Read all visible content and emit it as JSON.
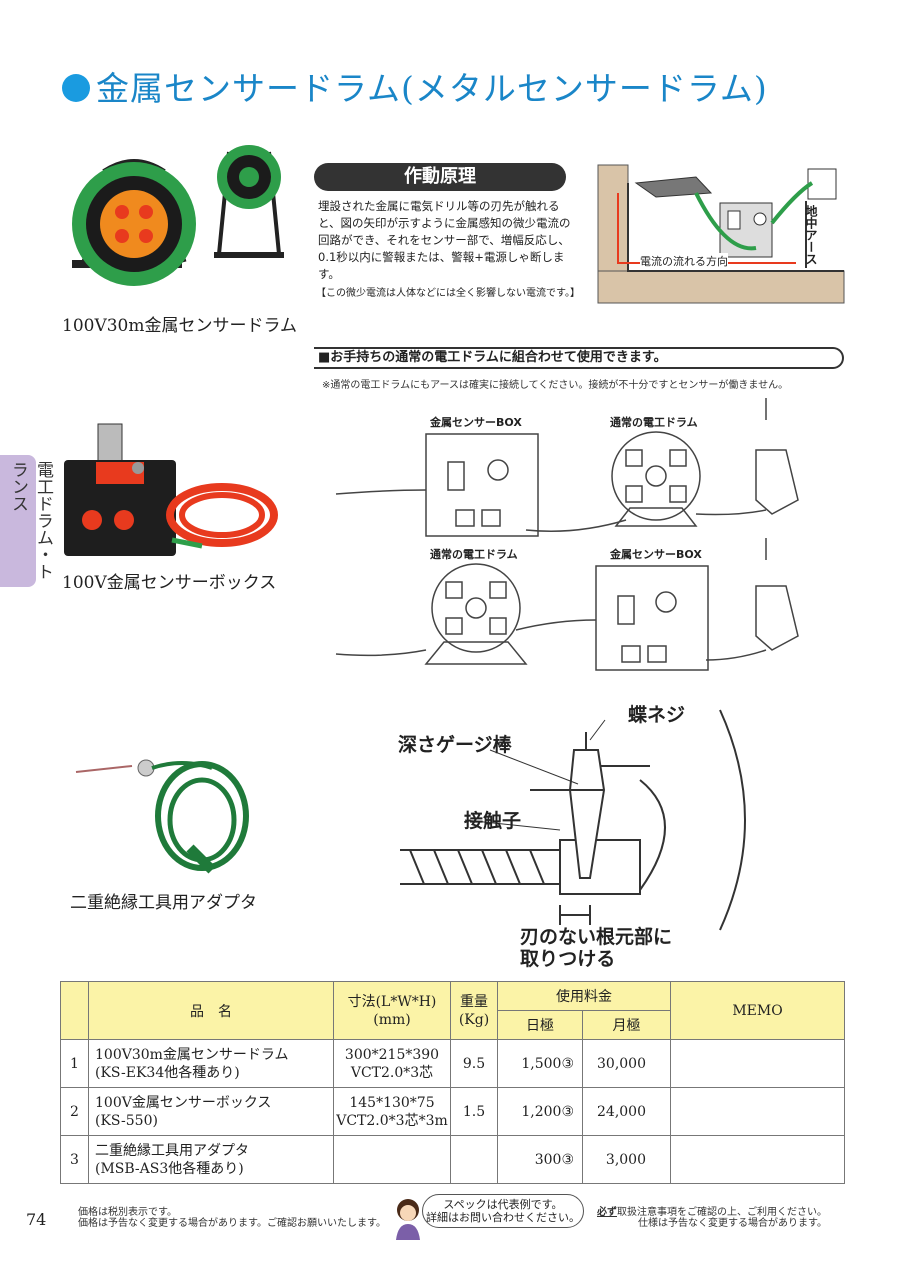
{
  "title": "金属センサードラム(メタルセンサードラム)",
  "side_tab": "電工ドラム・トランス",
  "products": {
    "drum": "100V30m金属センサードラム",
    "box": "100V金属センサーボックス",
    "adapter": "二重絶縁工具用アダプタ"
  },
  "principle": {
    "heading": "作動原理",
    "body": "埋設された金属に電気ドリル等の刃先が触れると、図の矢印が示すように金属感知の微少電流の回路ができ、それをセンサー部で、増幅反応し、0.1秒以内に警報または、警報+電源しゃ断します。",
    "note": "【この微少電流は人体などには全く影響しない電流です。】",
    "current_label": "電流の流れる方向",
    "ground_label": "地中アース"
  },
  "combo": {
    "bar": "■お手持ちの通常の電工ドラムに組合わせて使用できます。",
    "note": "※通常の電工ドラムにもアースは確実に接続してください。接続が不十分ですとセンサーが働きません。",
    "label_box_1": "金属センサーBOX",
    "label_drum_1": "通常の電工ドラム",
    "label_drum_2": "通常の電工ドラム",
    "label_box_2": "金属センサーBOX"
  },
  "adapter_diagram": {
    "screw": "蝶ネジ",
    "gauge": "深さゲージ棒",
    "contact": "接触子",
    "mount_line1": "刃のない根元部に",
    "mount_line2": "取りつける"
  },
  "table": {
    "headers": {
      "name": "品　名",
      "dims": "寸法(L*W*H)",
      "dims_unit": "(mm)",
      "weight": "重量",
      "weight_unit": "(Kg)",
      "fee": "使用料金",
      "daily": "日極",
      "monthly": "月極",
      "memo": "MEMO"
    },
    "rows": [
      {
        "no": "1",
        "name1": "100V30m金属センサードラム",
        "name2": "(KS-EK34他各種あり)",
        "dim1": "300*215*390",
        "dim2": "VCT2.0*3芯",
        "weight": "9.5",
        "daily": "1,500③",
        "monthly": "30,000",
        "memo": ""
      },
      {
        "no": "2",
        "name1": "100V金属センサーボックス",
        "name2": "(KS-550)",
        "dim1": "145*130*75",
        "dim2": "VCT2.0*3芯*3m",
        "weight": "1.5",
        "daily": "1,200③",
        "monthly": "24,000",
        "memo": ""
      },
      {
        "no": "3",
        "name1": "二重絶縁工具用アダプタ",
        "name2": "(MSB-AS3他各種あり)",
        "dim1": "",
        "dim2": "",
        "weight": "",
        "daily": "300③",
        "monthly": "3,000",
        "memo": ""
      }
    ]
  },
  "footer": {
    "page": "74",
    "left1": "価格は税別表示です。",
    "left2": "価格は予告なく変更する場合があります。ご確認お願いいたします。",
    "bubble1": "スペックは代表例です。",
    "bubble2": "詳細はお問い合わせください。",
    "right_em": "必ず",
    "right1": "取扱注意事項をご確認の上、ご利用ください。",
    "right2": "仕様は予告なく変更する場合があります。"
  },
  "colors": {
    "title": "#1a86c8",
    "tab": "#c9b8dd",
    "table_header": "#fbf3a7",
    "drum_green": "#2e9e4a",
    "cord_red": "#e83a1e"
  }
}
